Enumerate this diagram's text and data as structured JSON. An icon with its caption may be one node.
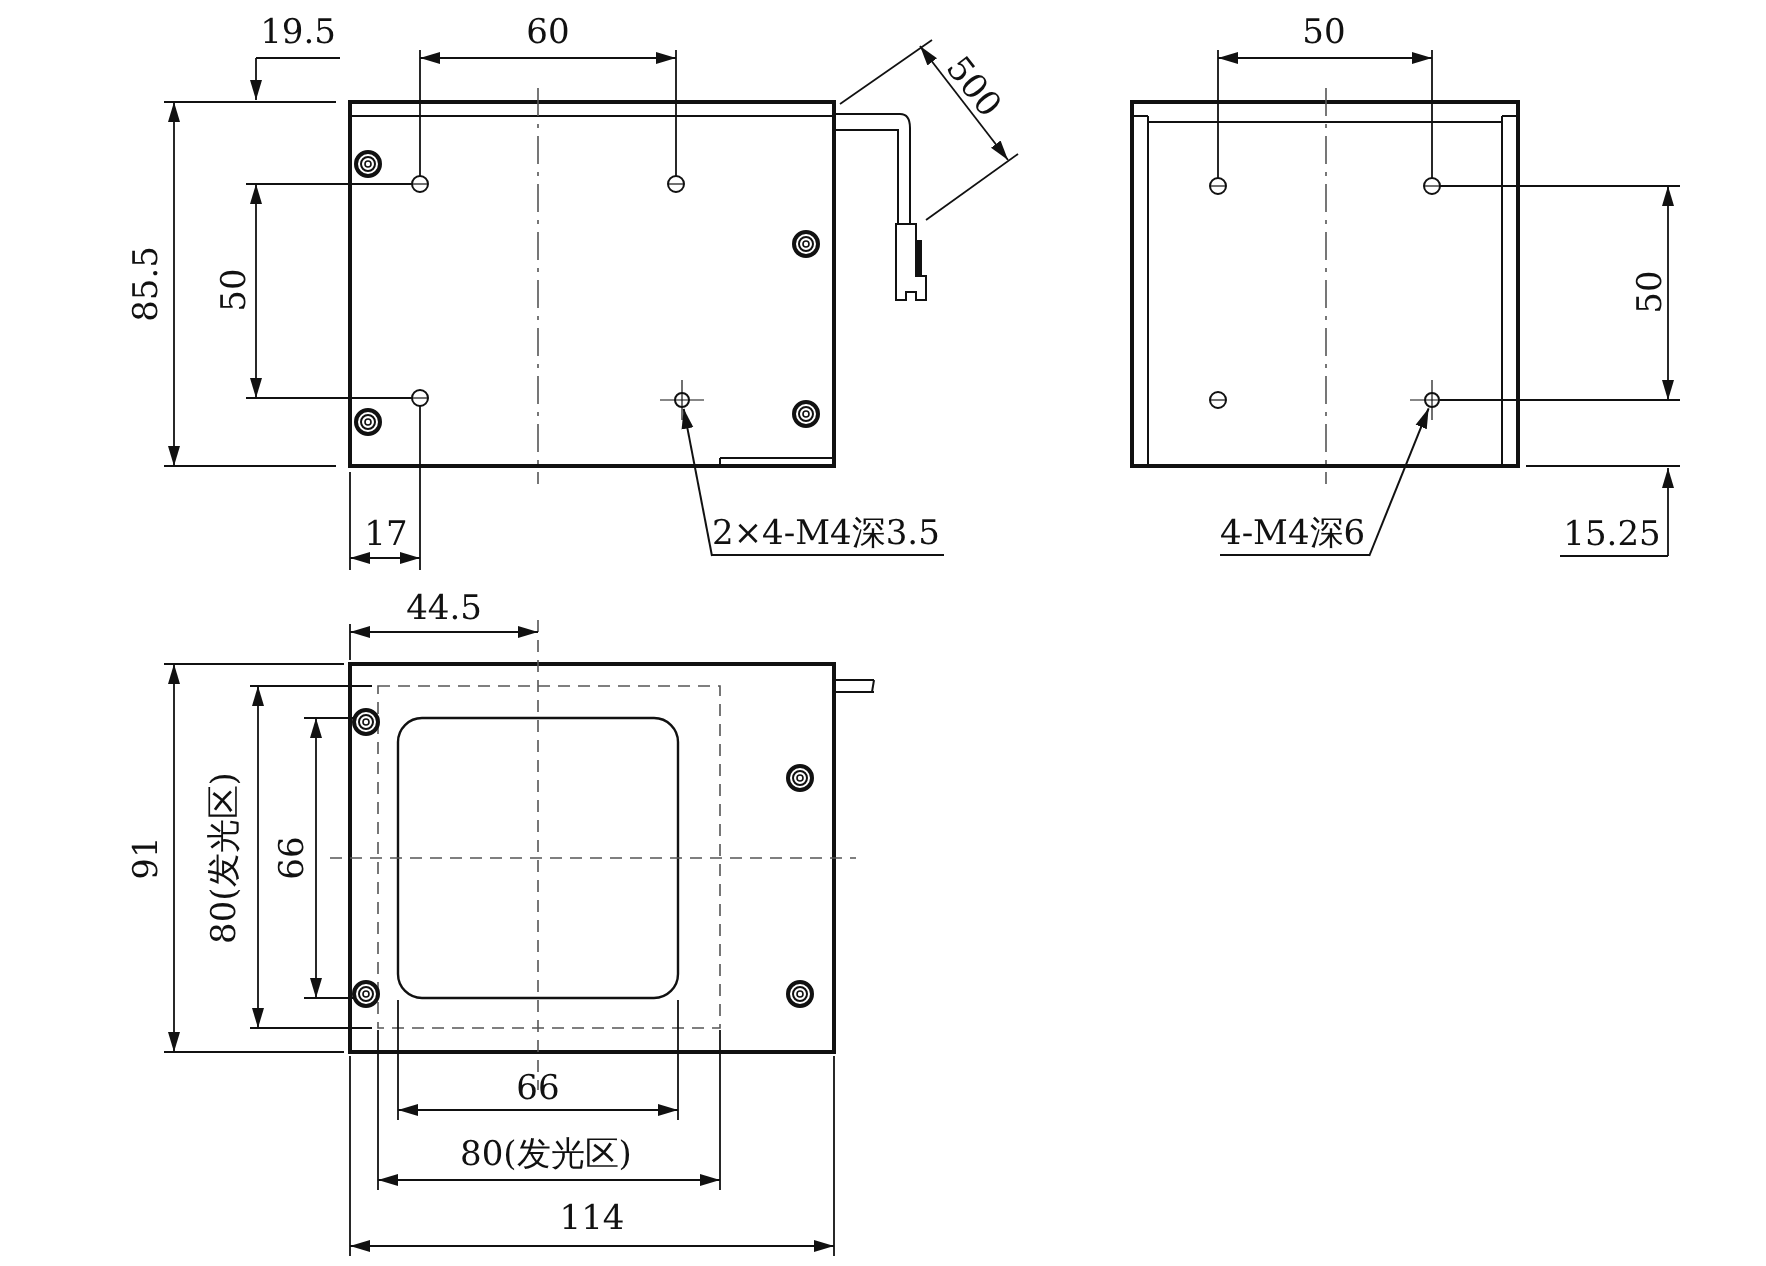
{
  "diagram": {
    "nodes": [
      {
        "text": [],
        "shape": "circle"
      },
      {
        "text": [],
        "shape": "circle"
      },
      {
        "text": [
          "2×4-M4深3.5"
        ]
      },
      {
        "text": [
          "4-M4深6"
        ]
      }
    ],
    "edges": [
      {
        "from": 2,
        "to": 0,
        "arrow": "to"
      },
      {
        "from": 3,
        "to": 1,
        "arrow": "to"
      }
    ],
    "labels": [
      "19.5",
      "60",
      "500",
      "50",
      "85.5",
      "50",
      "50",
      "17",
      "15.25",
      "44.5",
      "91",
      "80(发光区)",
      "66",
      "66",
      "80(发光区)",
      "114"
    ]
  }
}
